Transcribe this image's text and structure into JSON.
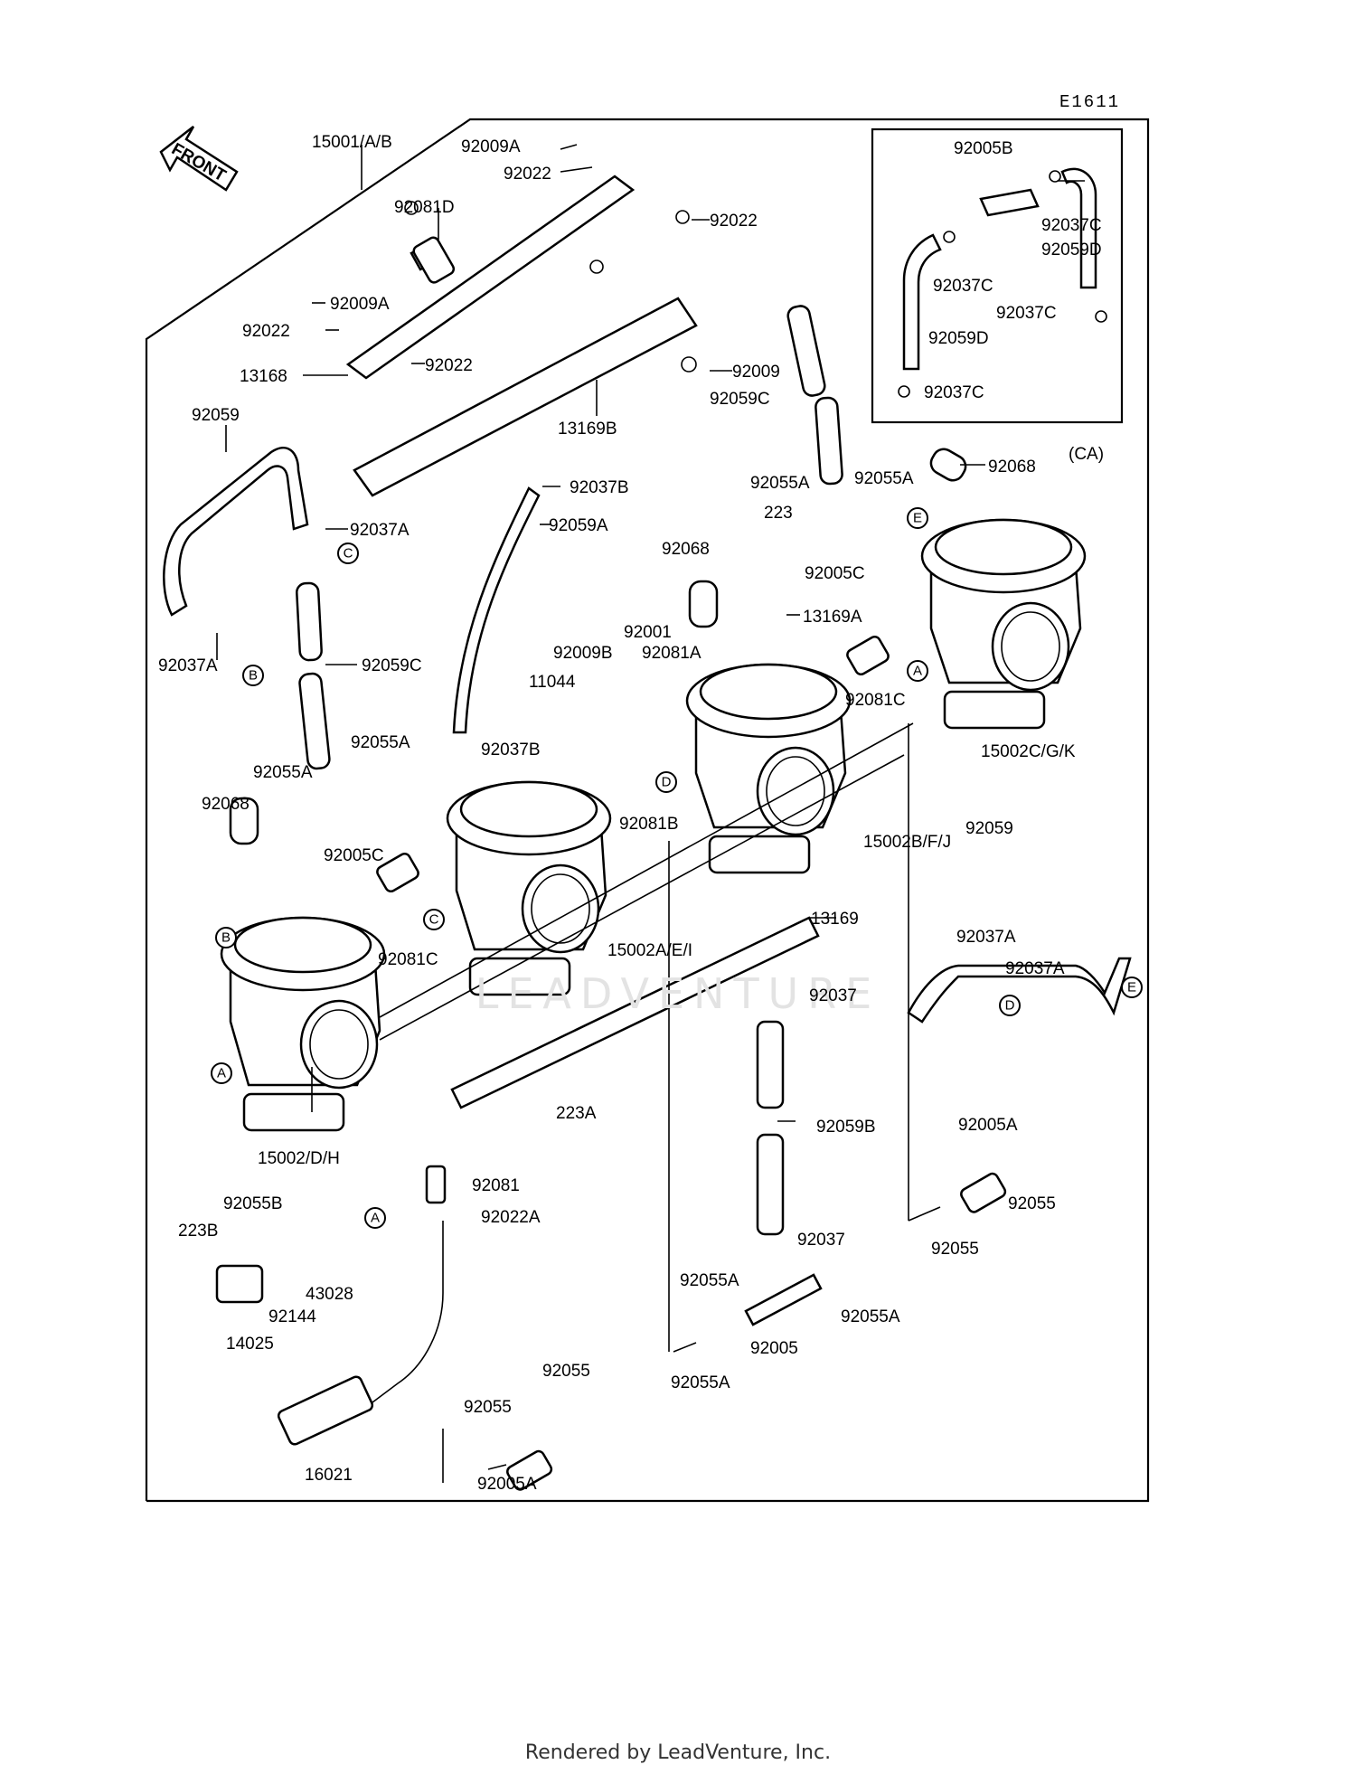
{
  "diagram_code": "E1611",
  "front_arrow": "FRONT",
  "inset_label": "(CA)",
  "footer": "Rendered by LeadVenture, Inc.",
  "watermark": "LEADVENTURE",
  "labels": {
    "l15001": "15001/A/B",
    "l92009A_top": "92009A",
    "l92022_a": "92022",
    "l92022_b": "92022",
    "l92081D": "92081D",
    "l92009A_mid": "92009A",
    "l92022_c": "92022",
    "l92022_d": "92022",
    "l13168": "13168",
    "l92009": "92009",
    "l92059C_top": "92059C",
    "l13169B": "13169B",
    "l92059_left": "92059",
    "l92037A_a": "92037A",
    "l92037B_top": "92037B",
    "l92059A": "92059A",
    "l92055A_a": "92055A",
    "l92055A_b": "92055A",
    "l92068_top": "92068",
    "l223": "223",
    "l92005C_a": "92005C",
    "l92068_mid": "92068",
    "l13169A": "13169A",
    "l92037A_b": "92037A",
    "l92059C_left": "92059C",
    "l92001": "92001",
    "l92009B": "92009B",
    "l92081A": "92081A",
    "l11044": "11044",
    "l92081C_a": "92081C",
    "l15002CGK": "15002C/G/K",
    "l92055A_c": "92055A",
    "l92055A_d": "92055A",
    "l92037B_mid": "92037B",
    "l92068_left": "92068",
    "l92005C_b": "92005C",
    "l92081B": "92081B",
    "l15002BFJ": "15002B/F/J",
    "l92059_right": "92059",
    "l92037A_c": "92037A",
    "l92037A_d": "92037A",
    "l13169": "13169",
    "l15002AEI": "15002A/E/I",
    "l92081C_b": "92081C",
    "l92037_a": "92037",
    "l223A": "223A",
    "l15002DH": "15002/D/H",
    "l92059B": "92059B",
    "l92005A_a": "92005A",
    "l92055_a": "92055",
    "l92055_b": "92055",
    "l92081": "92081",
    "l92022A": "92022A",
    "l92055B": "92055B",
    "l223B": "223B",
    "l43028": "43028",
    "l92144": "92144",
    "l14025": "14025",
    "l92037_b": "92037",
    "l92055A_e": "92055A",
    "l92055A_f": "92055A",
    "l92005": "92005",
    "l92055A_g": "92055A",
    "l92055_c": "92055",
    "l92055_d": "92055",
    "l92005A_b": "92005A",
    "l16021": "16021",
    "l92005B": "92005B",
    "l92037C_a": "92037C",
    "l92059D_a": "92059D",
    "l92037C_b": "92037C",
    "l92037C_c": "92037C",
    "l92059D_b": "92059D",
    "l92037C_d": "92037C"
  },
  "markers": {
    "m_C_top": "C",
    "m_B_left": "B",
    "m_E_top": "E",
    "m_A_right": "A",
    "m_D_mid": "D",
    "m_B_carb": "B",
    "m_C_carb": "C",
    "m_A_carb": "A",
    "m_D_right": "D",
    "m_E_right": "E",
    "m_A_bottom": "A"
  }
}
